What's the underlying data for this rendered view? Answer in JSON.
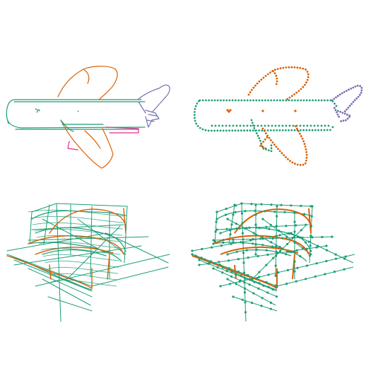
{
  "colors": {
    "teal": "#1b9e77",
    "orange": "#d95f02",
    "purple": "#7570b3",
    "pink": "#e7298a",
    "background": "#ffffff"
  },
  "panels": [
    {
      "name": "airplane-stroke-panel",
      "style": "lines",
      "subject": "airplane"
    },
    {
      "name": "airplane-point-panel",
      "style": "points",
      "subject": "airplane"
    },
    {
      "name": "building-stroke-panel",
      "style": "lines",
      "subject": "building"
    },
    {
      "name": "building-point-panel",
      "style": "points",
      "subject": "building"
    }
  ]
}
